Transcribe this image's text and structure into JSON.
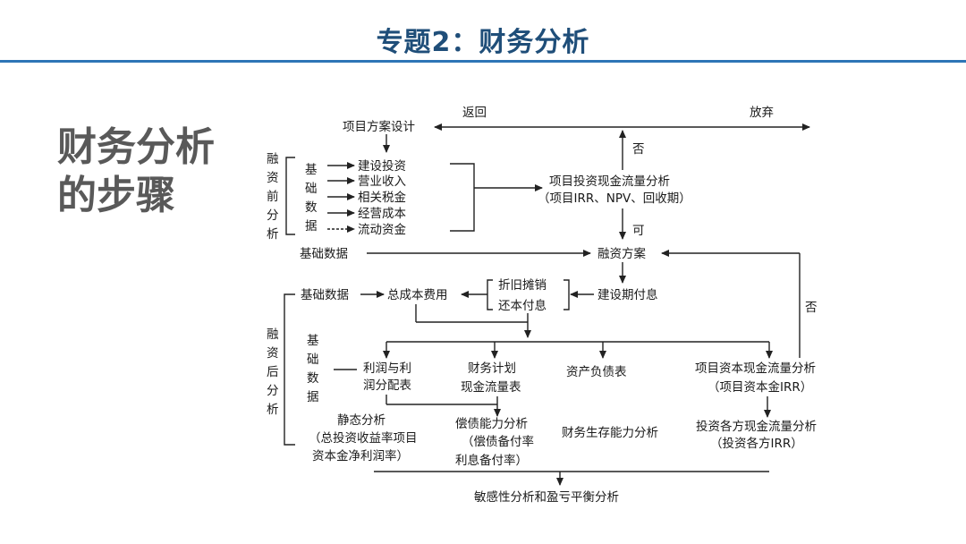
{
  "header": {
    "title": "专题2：财务分析"
  },
  "side": {
    "line1": "财务分析",
    "line2": "的步骤"
  },
  "diagram": {
    "design": "项目方案设计",
    "back": "返回",
    "abandon": "放弃",
    "no1": "否",
    "no2": "否",
    "yes": "可",
    "pre_finance": [
      "融",
      "资",
      "前",
      "分",
      "析"
    ],
    "basic_data_v": [
      "基",
      "础",
      "数",
      "据"
    ],
    "pre_items": [
      "建设投资",
      "营业收入",
      "相关税金",
      "经营成本",
      "流动资金"
    ],
    "invest_cf_1": "项目投资现金流量分析",
    "invest_cf_2": "（项目IRR、NPV、回收期）",
    "basic_data_1": "基础数据",
    "finance_plan": "融资方案",
    "basic_data_2": "基础数据",
    "total_cost": "总成本费用",
    "depreciation": "折旧摊销",
    "repay": "还本付息",
    "construct_interest": "建设期付息",
    "post_finance": [
      "融",
      "资",
      "后",
      "分",
      "析"
    ],
    "basic_data_v2": [
      "基",
      "础",
      "数",
      "据"
    ],
    "profit_1": "利润与利",
    "profit_2": "润分配表",
    "plan_cf_1": "财务计划",
    "plan_cf_2": "现金流量表",
    "balance": "资产负债表",
    "capital_cf_1": "项目资本现金流量分析",
    "capital_cf_2": "（项目资本金IRR）",
    "static_1": "静态分析",
    "static_2": "（总投资收益率项目",
    "static_3": "资本金净利润率）",
    "debt_1": "偿债能力分析",
    "debt_2": "（偿债备付率",
    "debt_3": "利息备付率）",
    "survival": "财务生存能力分析",
    "investors_1": "投资各方现金流量分析",
    "investors_2": "（投资各方IRR）",
    "sensitivity": "敏感性分析和盈亏平衡分析"
  }
}
